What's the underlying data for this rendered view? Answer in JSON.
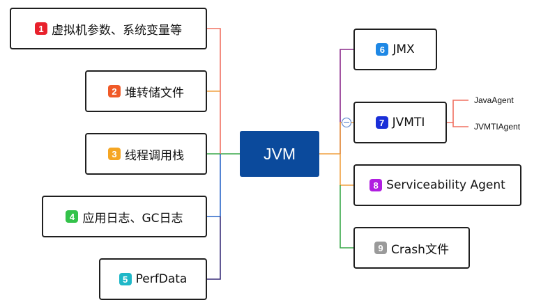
{
  "root": {
    "label": "JVM",
    "color": "#0b4a9c"
  },
  "nodes": [
    {
      "num": "1",
      "label": "虚拟机参数、系统变量等",
      "badge_color": "#e8212c",
      "line_color": "#f07060"
    },
    {
      "num": "2",
      "label": "堆转储文件",
      "badge_color": "#f05a28",
      "line_color": "#f0a040"
    },
    {
      "num": "3",
      "label": "线程调用栈",
      "badge_color": "#f5a623",
      "line_color": "#3aa84a"
    },
    {
      "num": "4",
      "label": "应用日志、GC日志",
      "badge_color": "#33c24a",
      "line_color": "#2a66c8"
    },
    {
      "num": "5",
      "label": "PerfData",
      "badge_color": "#1fb8c8",
      "line_color": "#3a2e7a"
    },
    {
      "num": "6",
      "label": "JMX",
      "badge_color": "#1e88e5",
      "line_color": "#8a2a8a"
    },
    {
      "num": "7",
      "label": "JVMTI",
      "badge_color": "#1a2fd8",
      "line_color": "#f0a040"
    },
    {
      "num": "8",
      "label": "Serviceability Agent",
      "badge_color": "#b01ee0",
      "line_color": "#f0a040"
    },
    {
      "num": "9",
      "label": "Crash文件",
      "badge_color": "#9a9a9a",
      "line_color": "#3aa84a"
    }
  ],
  "jvmti_children": [
    "JavaAgent",
    "JVMTIAgent"
  ],
  "jvmti_child_line_color": "#f07060"
}
